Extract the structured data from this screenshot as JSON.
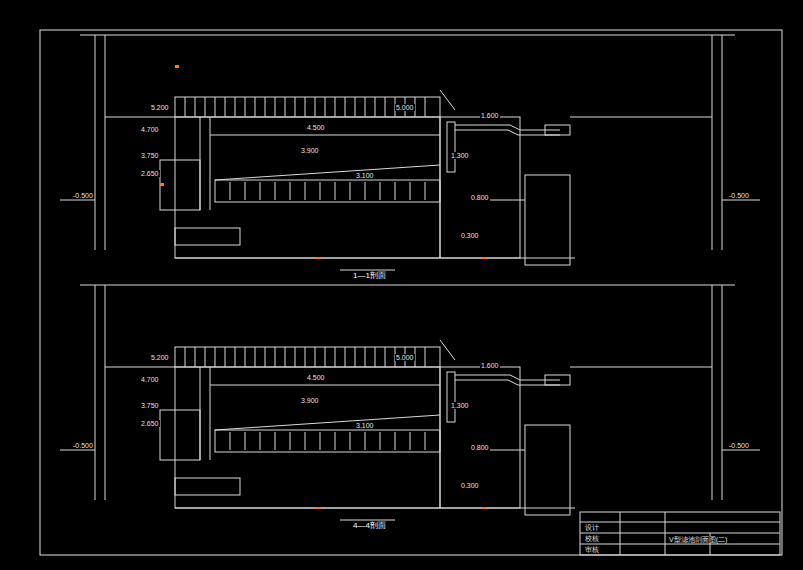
{
  "diagram": {
    "labels": [
      "-0.500",
      "-0.500",
      "5.200",
      "4.700",
      "3.750",
      "2.650",
      "5.000",
      "4.500",
      "3.900",
      "3.100",
      "1.600",
      "1.300",
      "0.800",
      "0.300",
      "1—1剖面",
      "-0.500",
      "-0.500",
      "5.200",
      "4.700",
      "3.750",
      "2.650",
      "5.000",
      "4.500",
      "3.900",
      "3.100",
      "1.600",
      "1.300",
      "0.800",
      "0.300",
      "4—4剖面",
      "设计",
      "校核",
      "审核",
      "V型滤池剖面图(二)"
    ]
  }
}
